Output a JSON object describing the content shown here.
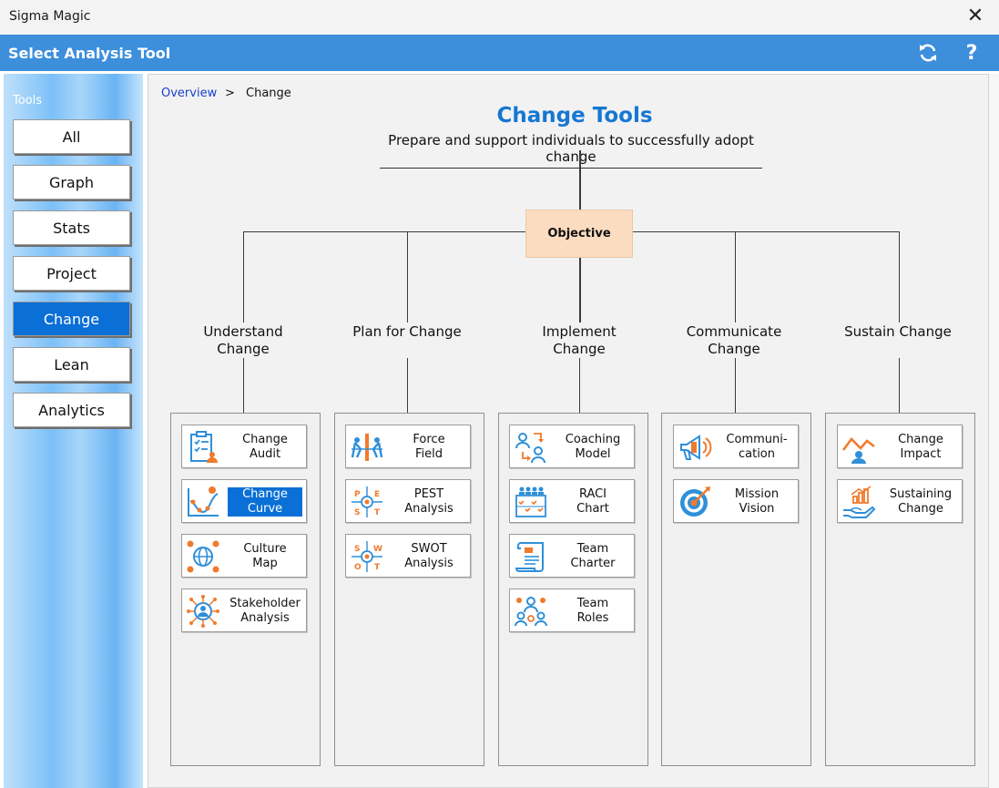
{
  "window": {
    "title": "Sigma Magic",
    "close_glyph": "✕"
  },
  "header": {
    "title": "Select Analysis Tool",
    "help_glyph": "?"
  },
  "sidebar": {
    "label": "Tools",
    "items": [
      {
        "label": "All"
      },
      {
        "label": "Graph"
      },
      {
        "label": "Stats"
      },
      {
        "label": "Project"
      },
      {
        "label": "Change",
        "active": true
      },
      {
        "label": "Lean"
      },
      {
        "label": "Analytics"
      }
    ]
  },
  "breadcrumb": {
    "root": "Overview",
    "separator": ">",
    "current": "Change"
  },
  "page": {
    "title": "Change Tools",
    "subtitle": "Prepare and support individuals to successfully adopt change",
    "objective": "Objective"
  },
  "categories": [
    {
      "label": "Understand\nChange",
      "tools": [
        "Change\nAudit",
        "Change\nCurve",
        "Culture\nMap",
        "Stakeholder\nAnalysis"
      ]
    },
    {
      "label": "Plan for\nChange",
      "tools": [
        "Force\nField",
        "PEST\nAnalysis",
        "SWOT\nAnalysis"
      ]
    },
    {
      "label": "Implement\nChange",
      "tools": [
        "Coaching\nModel",
        "RACI\nChart",
        "Team\nCharter",
        "Team\nRoles"
      ]
    },
    {
      "label": "Communicate\nChange",
      "tools": [
        "Communi-\ncation",
        "Mission\nVision"
      ]
    },
    {
      "label": "Sustain\nChange",
      "tools": [
        "Change\nImpact",
        "Sustaining\nChange"
      ]
    }
  ],
  "icons": {
    "change-audit": "clipboard-checklist-icon",
    "change-curve": "line-curve-icon",
    "culture-map": "globe-network-icon",
    "stakeholder-analysis": "stakeholder-hub-icon",
    "force-field": "tug-of-war-icon",
    "pest-analysis": "pest-grid-icon",
    "swot-analysis": "swot-grid-icon",
    "coaching-model": "coaching-people-icon",
    "raci-chart": "raci-table-icon",
    "team-charter": "scroll-document-icon",
    "team-roles": "team-group-icon",
    "communication": "megaphone-icon",
    "mission-vision": "target-icon",
    "change-impact": "impact-chart-icon",
    "sustaining-change": "hand-growth-icon"
  },
  "colors": {
    "accent_blue": "#3d8fdb",
    "active_blue": "#0a6fd6",
    "objective_fill": "#fcdcc0",
    "title_blue": "#1677d2",
    "icon_blue": "#2f8fd8",
    "icon_orange": "#f07a2c"
  }
}
